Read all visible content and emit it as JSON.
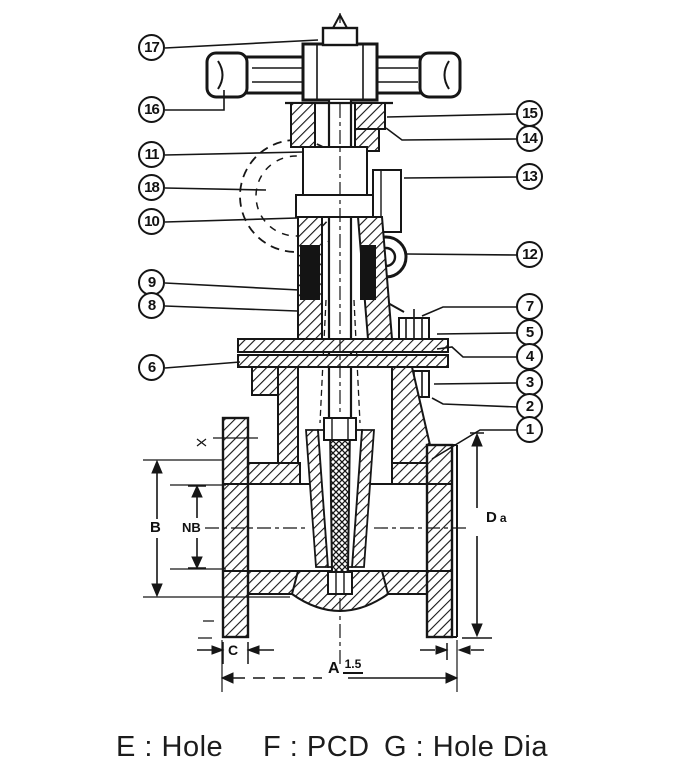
{
  "callouts": {
    "n1": "1",
    "n2": "2",
    "n3": "3",
    "n4": "4",
    "n5": "5",
    "n6": "6",
    "n7": "7",
    "n8": "8",
    "n9": "9",
    "n10": "10",
    "n11": "11",
    "n12": "12",
    "n13": "13",
    "n14": "14",
    "n15": "15",
    "n16": "16",
    "n17": "17",
    "n18": "18"
  },
  "dimensions": {
    "b": "B",
    "nb": "NB",
    "c": "C",
    "a": "A",
    "a_sup": "1.5",
    "d": "D",
    "d_sub": "a"
  },
  "legend": {
    "e": "E : Hole",
    "f": "F : PCD",
    "g": "G : Hole Dia"
  }
}
